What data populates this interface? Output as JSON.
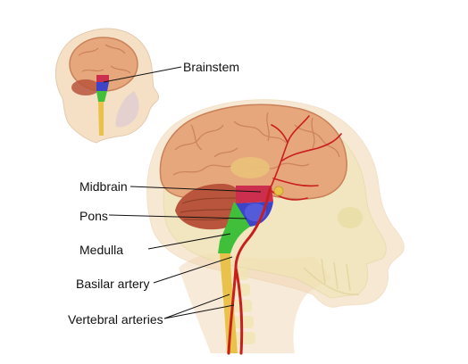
{
  "labels": {
    "brainstem": "Brainstem",
    "midbrain": "Midbrain",
    "pons": "Pons",
    "medulla": "Medulla",
    "basilar_artery": "Basilar artery",
    "vertebral_arteries": "Vertebral arteries"
  },
  "colors": {
    "background": "#ffffff",
    "cerebrum": "#e7a77c",
    "cerebrum_shadow": "#c9815a",
    "cerebellum": "#b8553c",
    "midbrain": "#cc2f4e",
    "pons": "#3d44c8",
    "medulla": "#3fbf3a",
    "artery": "#c81e1e",
    "spinal_cord": "#e8c24a",
    "skin": "#f3d9b8",
    "skull": "#efe6b0",
    "leader_line": "#111111"
  }
}
